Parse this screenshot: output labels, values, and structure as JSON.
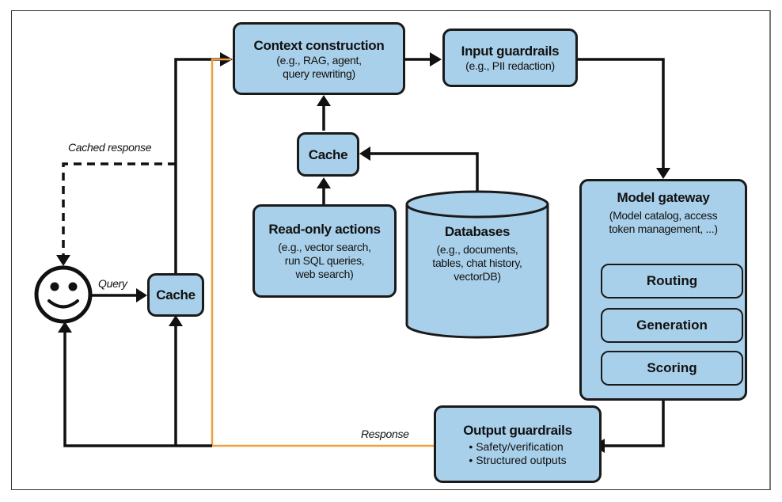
{
  "diagram": {
    "nodes": {
      "context_construction": {
        "title": "Context construction",
        "subtitle_lines": [
          "(e.g., RAG, agent,",
          "query rewriting)"
        ]
      },
      "input_guardrails": {
        "title": "Input guardrails",
        "subtitle": "(e.g., PII redaction)"
      },
      "cache_context": {
        "title": "Cache"
      },
      "read_only_actions": {
        "title": "Read-only actions",
        "subtitle_lines": [
          "(e.g., vector search,",
          "run SQL queries,",
          "web search)"
        ]
      },
      "databases": {
        "title": "Databases",
        "subtitle_lines": [
          "(e.g., documents,",
          "tables, chat history,",
          "vectorDB)"
        ]
      },
      "model_gateway": {
        "title": "Model gateway",
        "subtitle_lines": [
          "(Model catalog, access",
          "token management, ...)"
        ],
        "components": [
          "Routing",
          "Generation",
          "Scoring"
        ]
      },
      "cache_query": {
        "title": "Cache"
      },
      "output_guardrails": {
        "title": "Output guardrails",
        "bullets": [
          "Safety/verification",
          "Structured outputs"
        ]
      },
      "user": {
        "icon": "smiley-face-icon"
      }
    },
    "edge_labels": {
      "cached_response": "Cached response",
      "query": "Query",
      "response": "Response"
    },
    "colors": {
      "box_fill": "#a9d0ea",
      "stroke": "#1a1a1a",
      "response_line": "#f0a040"
    }
  }
}
